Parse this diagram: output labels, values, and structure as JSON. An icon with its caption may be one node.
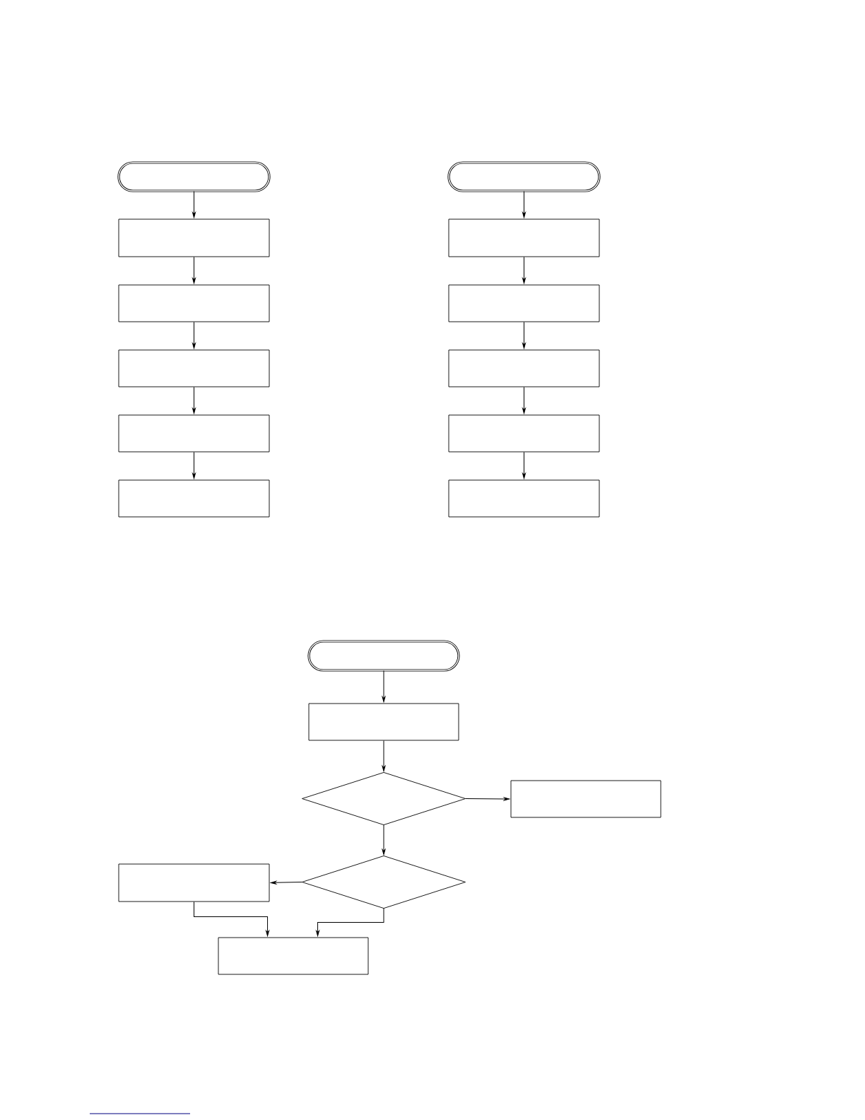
{
  "diagram": {
    "nodes": [
      {
        "text": [],
        "shape": "pill"
      },
      {
        "text": [],
        "shape": "box"
      },
      {
        "text": [],
        "shape": "box"
      },
      {
        "text": [],
        "shape": "box"
      },
      {
        "text": [],
        "shape": "box"
      },
      {
        "text": [],
        "shape": "box"
      },
      {
        "text": [],
        "shape": "pill"
      },
      {
        "text": [],
        "shape": "box"
      },
      {
        "text": [],
        "shape": "box"
      },
      {
        "text": [],
        "shape": "box"
      },
      {
        "text": [],
        "shape": "box"
      },
      {
        "text": [],
        "shape": "box"
      },
      {
        "text": [],
        "shape": "pill"
      },
      {
        "text": [],
        "shape": "box"
      },
      {
        "text": [],
        "shape": "diamond"
      },
      {
        "text": [],
        "shape": "box"
      },
      {
        "text": [],
        "shape": "diamond"
      },
      {
        "text": [],
        "shape": "box"
      },
      {
        "text": [],
        "shape": "box"
      }
    ],
    "edges": [
      {
        "from": 0,
        "to": 1,
        "arrow": "to"
      },
      {
        "from": 1,
        "to": 2,
        "arrow": "to"
      },
      {
        "from": 2,
        "to": 3,
        "arrow": "to"
      },
      {
        "from": 3,
        "to": 4,
        "arrow": "to"
      },
      {
        "from": 4,
        "to": 5,
        "arrow": "to"
      },
      {
        "from": 6,
        "to": 7,
        "arrow": "to"
      },
      {
        "from": 7,
        "to": 8,
        "arrow": "to"
      },
      {
        "from": 8,
        "to": 9,
        "arrow": "to"
      },
      {
        "from": 9,
        "to": 10,
        "arrow": "to"
      },
      {
        "from": 10,
        "to": 11,
        "arrow": "to"
      },
      {
        "from": 12,
        "to": 13,
        "arrow": "to"
      },
      {
        "from": 13,
        "to": 14,
        "arrow": "to"
      },
      {
        "from": 14,
        "to": 15,
        "arrow": "to"
      },
      {
        "from": 14,
        "to": 16,
        "arrow": "to"
      },
      {
        "from": 16,
        "to": 17,
        "arrow": "to"
      },
      {
        "from": 17,
        "to": 18,
        "arrow": "to"
      },
      {
        "from": 16,
        "to": 18,
        "arrow": "to"
      }
    ]
  }
}
